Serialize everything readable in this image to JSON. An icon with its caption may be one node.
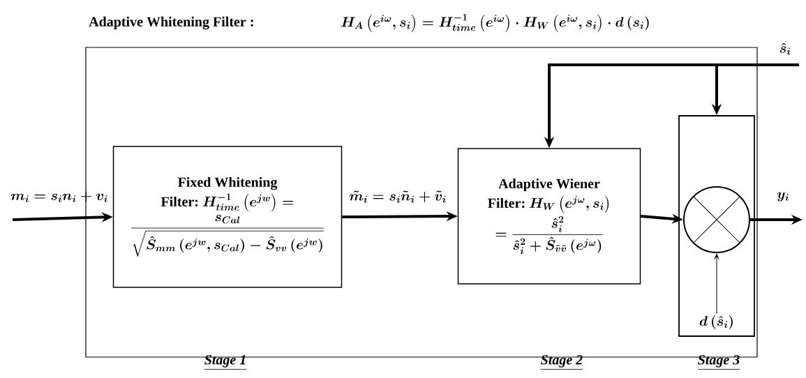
{
  "diagram": {
    "title": "Adaptive Whitening Filter :",
    "nodes": [
      {
        "text": [
          "Fixed Whitening",
          "Filter:",
          "H^{-1}_{time}\\left(e^{jw}\\right) =",
          "\\frac{s_{Cal}}{\\sqrt{\\hat{S}_{mm}\\left(e^{jw},s_{Cal}\\right)-\\hat{S}_{vv}\\left(e^{jw}\\right)}}"
        ]
      },
      {
        "text": [
          "Adaptive Wiener",
          "Filter:",
          "H_{W}\\left(e^{j\\omega},s_i\\right)",
          "= \\frac{\\hat{s}_i^{2}}{\\hat{s}_i^{2}+\\hat{S}_{\\tilde{v}\\tilde{v}}\\left(e^{j\\omega}\\right)}"
        ]
      },
      {
        "text": [],
        "shape": "box"
      },
      {
        "text": [],
        "shape": "circle",
        "in": 2
      },
      {
        "text": [
          "d\\left(\\hat{s}_i\\right)"
        ],
        "in": 2
      }
    ],
    "edges": [
      {
        "from": null,
        "to": 0,
        "arrow": "to",
        "label": "m_i = s_i n_i + v_i"
      },
      {
        "from": 0,
        "to": 1,
        "arrow": "to",
        "label": "\\tilde{m}_i = s_i\\tilde{n}_i + \\tilde{v}_i"
      },
      {
        "from": 1,
        "to": 3,
        "arrow": "to"
      },
      {
        "from": 3,
        "to": null,
        "arrow": "to",
        "label": "y_i"
      },
      {
        "from": null,
        "to": 1,
        "arrow": "to",
        "label": "\\hat{s}_i"
      },
      {
        "from": null,
        "to": 2,
        "arrow": "to"
      },
      {
        "from": 4,
        "to": 3,
        "arrow": "to"
      }
    ],
    "labels": [
      "H_A\\left(e^{i\\omega},s_i\\right)=H^{-1}_{time}\\left(e^{i\\omega}\\right)\\cdot H_W\\left(e^{i\\omega},s_i\\right)\\cdot d\\left(s_i\\right)",
      "Stage 1",
      "Stage 2",
      "Stage 3"
    ]
  }
}
